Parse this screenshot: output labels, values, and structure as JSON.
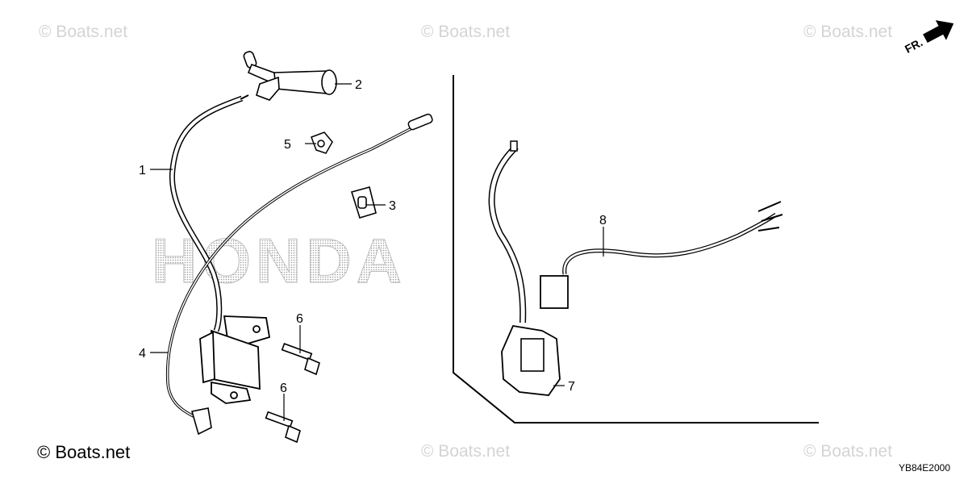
{
  "watermarks": [
    "© Boats.net",
    "© Boats.net",
    "© Boats.net",
    "© Boats.net",
    "© Boats.net"
  ],
  "copyright": "© Boats.net",
  "diagram_code": "YB84E2000",
  "front_indicator": "FR.",
  "brand_mark": "HONDA",
  "callouts": [
    "1",
    "2",
    "3",
    "4",
    "5",
    "6",
    "6",
    "7",
    "8"
  ],
  "icons": [
    "front-arrow-icon"
  ]
}
